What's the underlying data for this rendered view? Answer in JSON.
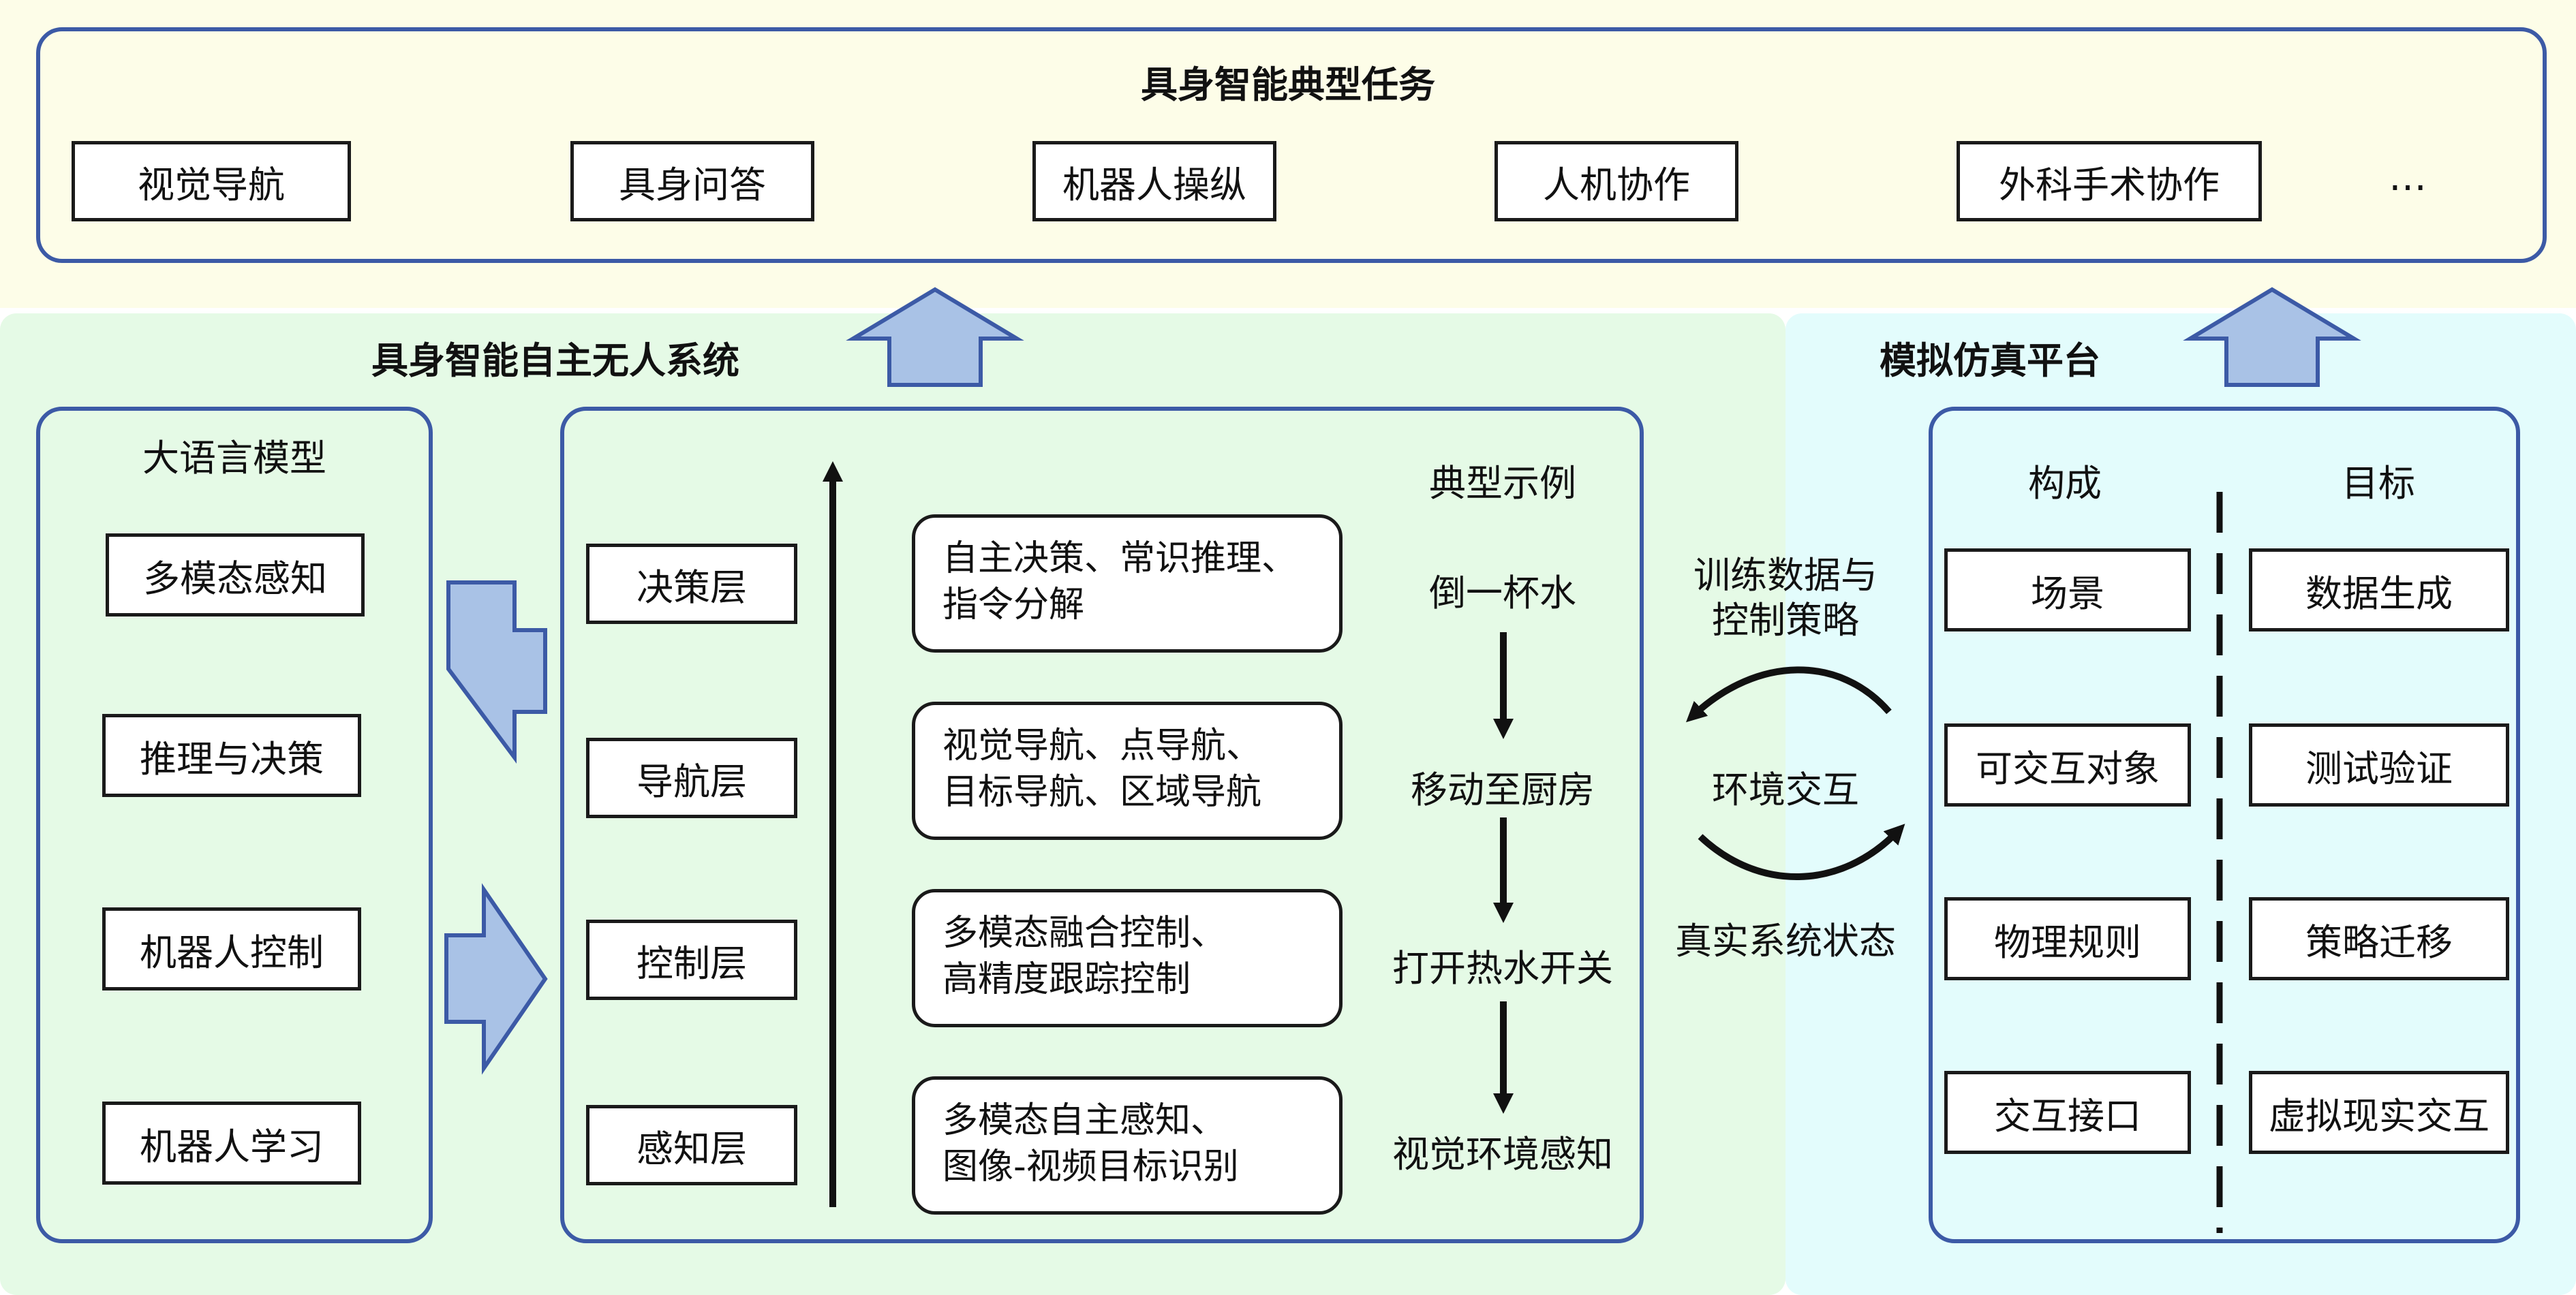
{
  "tasks": {
    "title": "具身智能典型任务",
    "items": [
      "视觉导航",
      "具身问答",
      "机器人操纵",
      "人机协作",
      "外科手术协作"
    ],
    "more": "…"
  },
  "system": {
    "title": "具身智能自主无人系统",
    "llm": {
      "title": "大语言模型",
      "items": [
        "多模态感知",
        "推理与决策",
        "机器人控制",
        "机器人学习"
      ]
    },
    "layers": [
      {
        "name": "决策层",
        "desc": [
          "自主决策、常识推理、",
          "指令分解"
        ]
      },
      {
        "name": "导航层",
        "desc": [
          "视觉导航、点导航、",
          "目标导航、区域导航"
        ]
      },
      {
        "name": "控制层",
        "desc": [
          "多模态融合控制、",
          "高精度跟踪控制"
        ]
      },
      {
        "name": "感知层",
        "desc": [
          "多模态自主感知、",
          "图像-视频目标识别"
        ]
      }
    ],
    "example": {
      "title": "典型示例",
      "steps": [
        "倒一杯水",
        "移动至厨房",
        "打开热水开关",
        "视觉环境感知"
      ]
    }
  },
  "interaction": {
    "top_label": [
      "训练数据与",
      "控制策略"
    ],
    "middle_label": "环境交互",
    "bottom_label": "真实系统状态"
  },
  "simulation": {
    "title": "模拟仿真平台",
    "composition_title": "构成",
    "composition": [
      "场景",
      "可交互对象",
      "物理规则",
      "交互接口"
    ],
    "goal_title": "目标",
    "goals": [
      "数据生成",
      "测试验证",
      "策略迁移",
      "虚拟现实交互"
    ]
  },
  "colors": {
    "panel_border": "#3c5aa6",
    "arrow_fill": "#a9c2e6",
    "top_band": "#fdfde8",
    "system_band": "#e5fae6",
    "simulation_band": "#e3fcfc"
  }
}
